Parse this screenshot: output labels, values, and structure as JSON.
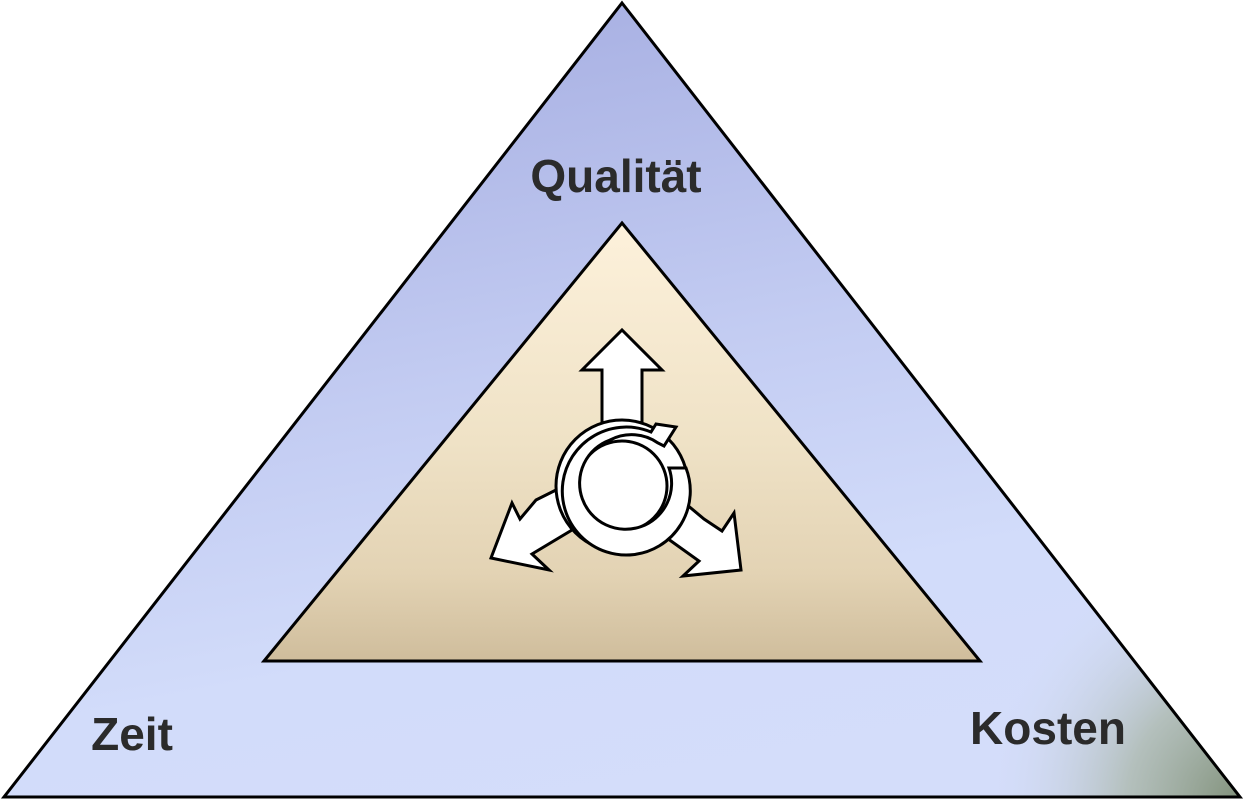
{
  "diagram": {
    "labels": {
      "top": "Qualität",
      "bottom_left": "Zeit",
      "bottom_right": "Kosten"
    },
    "colors": {
      "outer_fill_top": "#aab2e4",
      "outer_fill_mid": "#cfd9f8",
      "outer_corner_accent": "#8a9a86",
      "inner_fill_top": "#fcf0d8",
      "inner_fill_bottom": "#d2c0a0",
      "stroke": "#000000",
      "text": "#2b2b2b"
    },
    "center_icon": "cycle-with-three-outward-arrows-icon"
  }
}
